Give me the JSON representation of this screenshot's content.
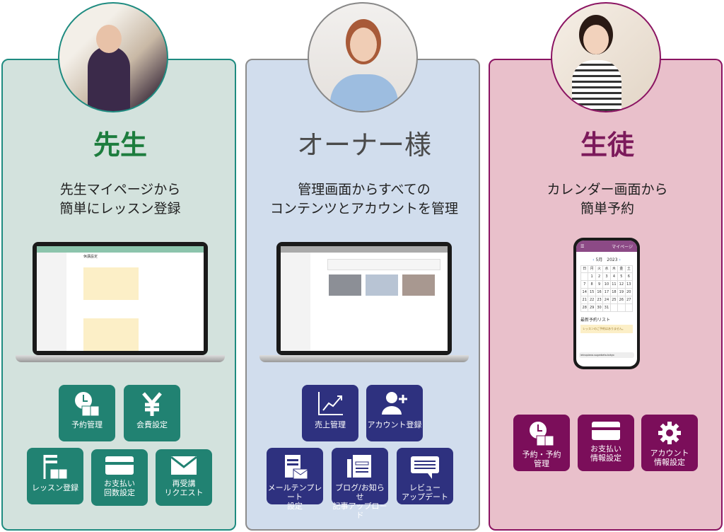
{
  "columns": [
    {
      "title": "先生",
      "subtitle": [
        "先生マイページから",
        "簡単にレッスン登録"
      ],
      "screen_heading": "休講設定",
      "tiles": [
        {
          "icon": "clock-book-icon",
          "label": [
            "予約管理"
          ]
        },
        {
          "icon": "yen-icon",
          "label": [
            "会費設定"
          ]
        },
        {
          "icon": "document-book-icon",
          "label": [
            "レッスン登録"
          ]
        },
        {
          "icon": "credit-card-icon",
          "label": [
            "お支払い",
            "回数設定"
          ]
        },
        {
          "icon": "envelope-icon",
          "label": [
            "再受講",
            "リクエスト"
          ]
        }
      ]
    },
    {
      "title": "オーナー様",
      "subtitle": [
        "管理画面からすべての",
        "コンテンツとアカウントを管理"
      ],
      "tiles": [
        {
          "icon": "chart-up-icon",
          "label": [
            "売上管理"
          ]
        },
        {
          "icon": "add-user-icon",
          "label": [
            "アカウント登録"
          ]
        },
        {
          "icon": "mail-template-icon",
          "label": [
            "メールテンプレート",
            "設定"
          ]
        },
        {
          "icon": "news-icon",
          "label": [
            "ブログ/お知らせ",
            "記事アップロード"
          ]
        },
        {
          "icon": "chat-bubble-icon",
          "label": [
            "レビュー",
            "アップデート"
          ]
        }
      ]
    },
    {
      "title": "生徒",
      "subtitle": [
        "カレンダー画面から",
        "簡単予約"
      ],
      "tiles": [
        {
          "icon": "clock-book-icon",
          "label": [
            "予約・予約",
            "管理"
          ]
        },
        {
          "icon": "credit-card-icon",
          "label": [
            "お支払い",
            "情報設定"
          ]
        },
        {
          "icon": "gear-icon",
          "label": [
            "アカウント",
            "情報設定"
          ]
        }
      ]
    }
  ],
  "phone": {
    "header": "マイページ",
    "month": "5月　2023",
    "weekdays": [
      "日",
      "月",
      "火",
      "水",
      "木",
      "金",
      "土"
    ],
    "days": [
      "",
      "1",
      "2",
      "3",
      "4",
      "5",
      "6",
      "7",
      "8",
      "9",
      "10",
      "11",
      "12",
      "13",
      "14",
      "15",
      "16",
      "17",
      "18",
      "19",
      "20",
      "21",
      "22",
      "23",
      "24",
      "25",
      "26",
      "27",
      "28",
      "29",
      "30",
      "31",
      "",
      "",
      ""
    ],
    "list_title": "最新予約リスト",
    "empty": "レッスンのご予約はありません。",
    "url": "ieinopiano.sugarbeta.tokyo"
  },
  "colors": {
    "green": "#218272",
    "navy": "#2e317f",
    "plum": "#7b0e5a"
  }
}
